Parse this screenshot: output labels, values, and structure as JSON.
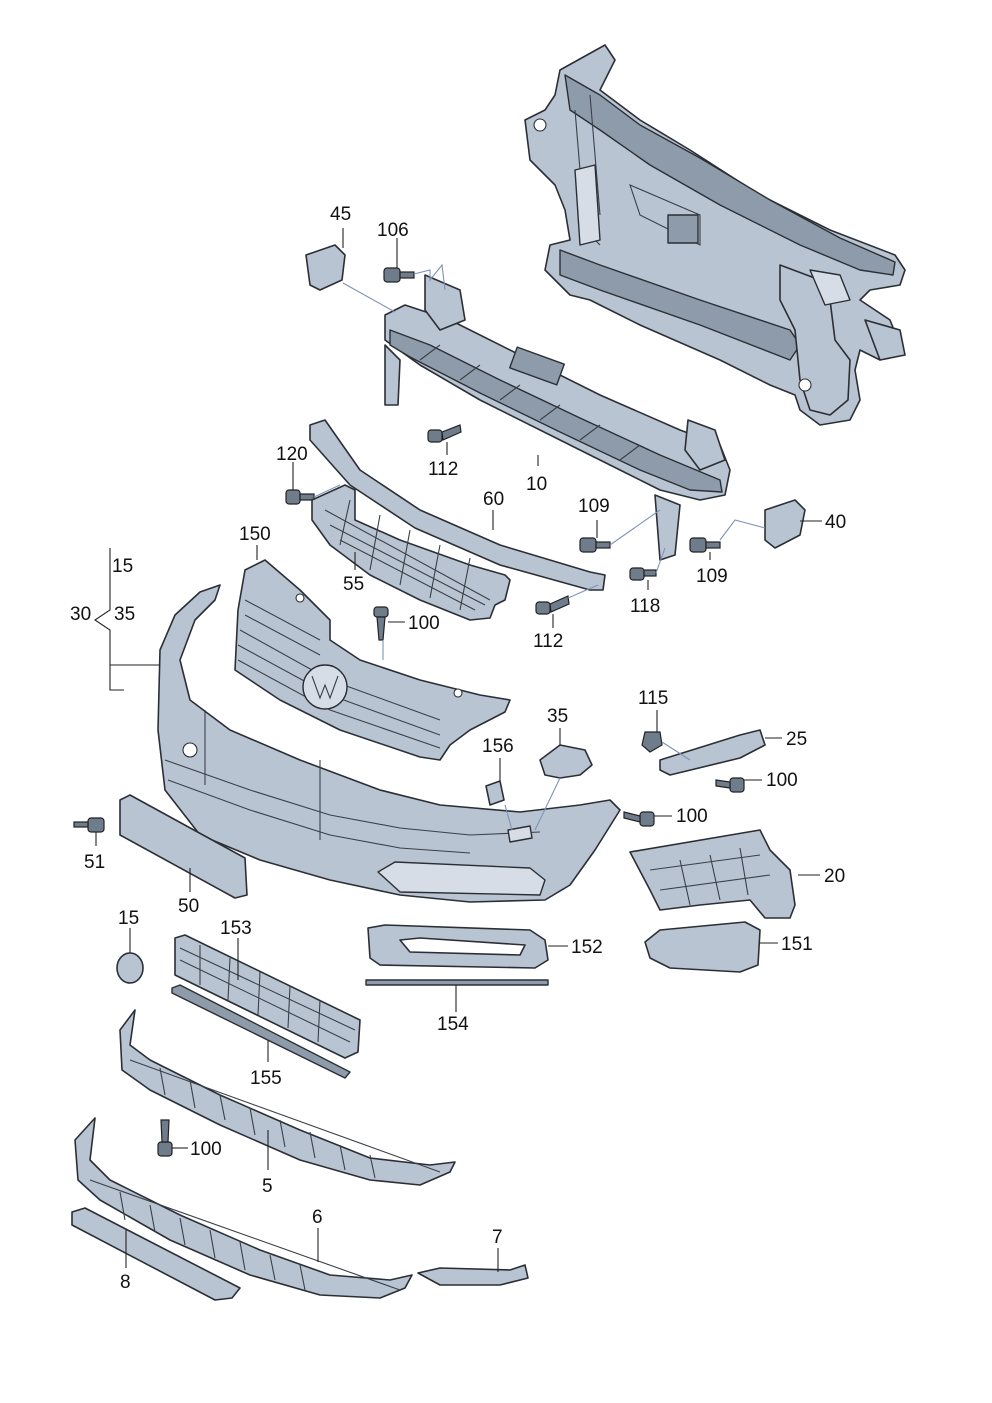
{
  "diagram": {
    "labels": {
      "l45": "45",
      "l106": "106",
      "l112a": "112",
      "l10": "10",
      "l120": "120",
      "l60": "60",
      "l109a": "109",
      "l109b": "109",
      "l40": "40",
      "l118": "118",
      "l150": "150",
      "l55": "55",
      "l112b": "112",
      "l100a": "100",
      "l15a": "15",
      "l30": "30",
      "l35a": "35",
      "l115": "115",
      "l25": "25",
      "l35b": "35",
      "l156": "156",
      "l100b": "100",
      "l100c": "100",
      "l51": "51",
      "l20": "20",
      "l50": "50",
      "l15b": "15",
      "l153": "153",
      "l152": "152",
      "l151": "151",
      "l154": "154",
      "l155": "155",
      "l100d": "100",
      "l5": "5",
      "l6": "6",
      "l7": "7",
      "l8": "8"
    }
  }
}
